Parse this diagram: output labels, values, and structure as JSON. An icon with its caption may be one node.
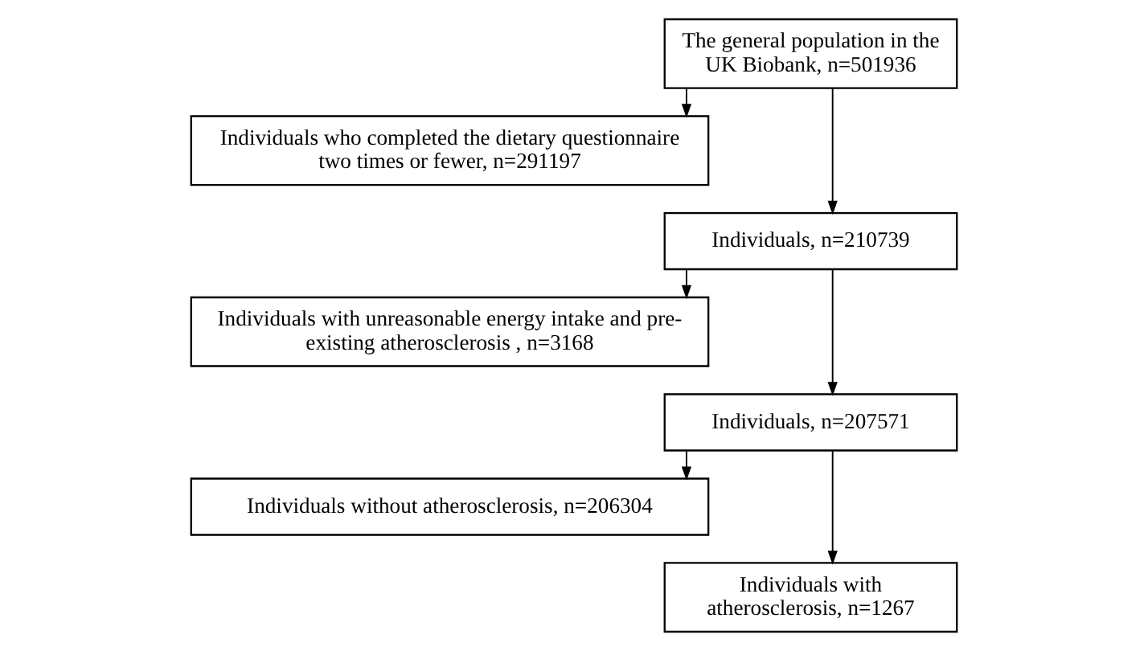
{
  "diagram": {
    "nodes": [
      {
        "text": [
          "The general population in the UK Biobank, n=501936"
        ]
      },
      {
        "text": [
          "Individuals who completed the dietary questionnaire two times or fewer, n=291197"
        ]
      },
      {
        "text": [
          "Individuals, n=210739"
        ]
      },
      {
        "text": [
          "Individuals with unreasonable energy intake and pre-existing atherosclerosis , n=3168"
        ]
      },
      {
        "text": [
          "Individuals, n=207571"
        ]
      },
      {
        "text": [
          "Individuals without atherosclerosis, n=206304"
        ]
      },
      {
        "text": [
          "Individuals with atherosclerosis, n=1267"
        ]
      }
    ],
    "edges": [
      {
        "from": 0,
        "to": 1,
        "arrow": "to"
      },
      {
        "from": 0,
        "to": 2,
        "arrow": "to"
      },
      {
        "from": 2,
        "to": 3,
        "arrow": "to"
      },
      {
        "from": 2,
        "to": 4,
        "arrow": "to"
      },
      {
        "from": 4,
        "to": 5,
        "arrow": "to"
      },
      {
        "from": 4,
        "to": 6,
        "arrow": "to"
      }
    ]
  }
}
